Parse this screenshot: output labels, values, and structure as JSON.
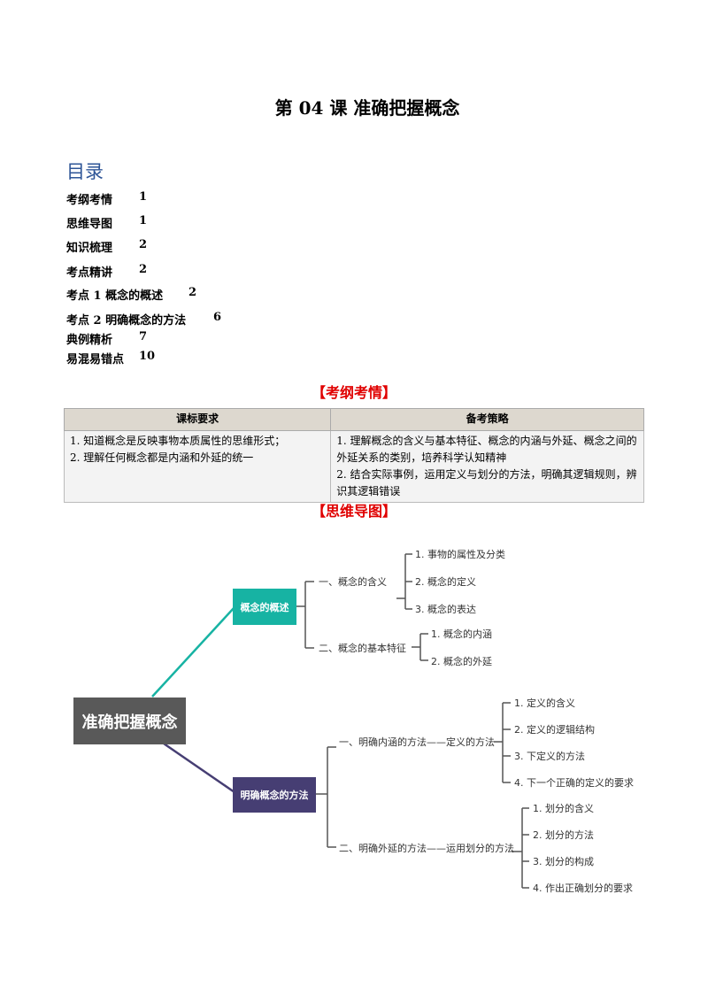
{
  "title": "第 04 课  准确把握概念",
  "toc": {
    "heading": "目录",
    "items": [
      {
        "label": "考纲考情",
        "page": "1"
      },
      {
        "label": "思维导图",
        "page": "1"
      },
      {
        "label": "知识梳理",
        "page": "2"
      },
      {
        "label": "考点精讲",
        "page": "2"
      },
      {
        "label": "考点 1  概念的概述",
        "page": "2"
      },
      {
        "label": "考点 2  明确概念的方法",
        "page": "6"
      },
      {
        "label": "典例精析",
        "page": "7"
      },
      {
        "label": "易混易错点",
        "page": "10"
      }
    ]
  },
  "section1": "【考纲考情】",
  "table": {
    "headers": [
      "课标要求",
      "备考策略"
    ],
    "col1": [
      "1.  知道概念是反映事物本质属性的思维形式；",
      "2.  理解任何概念都是内涵和外延的统一"
    ],
    "col2": [
      "1.  理解概念的含义与基本特征、概念的内涵与外延、概念之间的外延关系的类别，培养科学认知精神",
      "2.  结合实际事例，运用定义与划分的方法，明确其逻辑规则，辨识其逻辑错误"
    ]
  },
  "section2": "【思维导图】",
  "mindmap": {
    "root": "准确把握概念",
    "colors": {
      "root": "#595959",
      "branch1": "#17b3a3",
      "branch2": "#463e73"
    },
    "branch1": {
      "label": "概念的概述",
      "sub1": {
        "label": "一、概念的含义",
        "items": [
          "1. 事物的属性及分类",
          "2. 概念的定义",
          "3. 概念的表达"
        ]
      },
      "sub2": {
        "label": "二、概念的基本特征",
        "items": [
          "1. 概念的内涵",
          "2. 概念的外延"
        ]
      }
    },
    "branch2": {
      "label": "明确概念的方法",
      "sub1": {
        "label": "一、明确内涵的方法——定义的方法",
        "items": [
          "1. 定义的含义",
          "2. 定义的逻辑结构",
          "3. 下定义的方法",
          "4. 下一个正确的定义的要求"
        ]
      },
      "sub2": {
        "label": "二、明确外延的方法——运用划分的方法",
        "items": [
          "1. 划分的含义",
          "2. 划分的方法",
          "3. 划分的构成",
          "4. 作出正确划分的要求"
        ]
      }
    }
  }
}
